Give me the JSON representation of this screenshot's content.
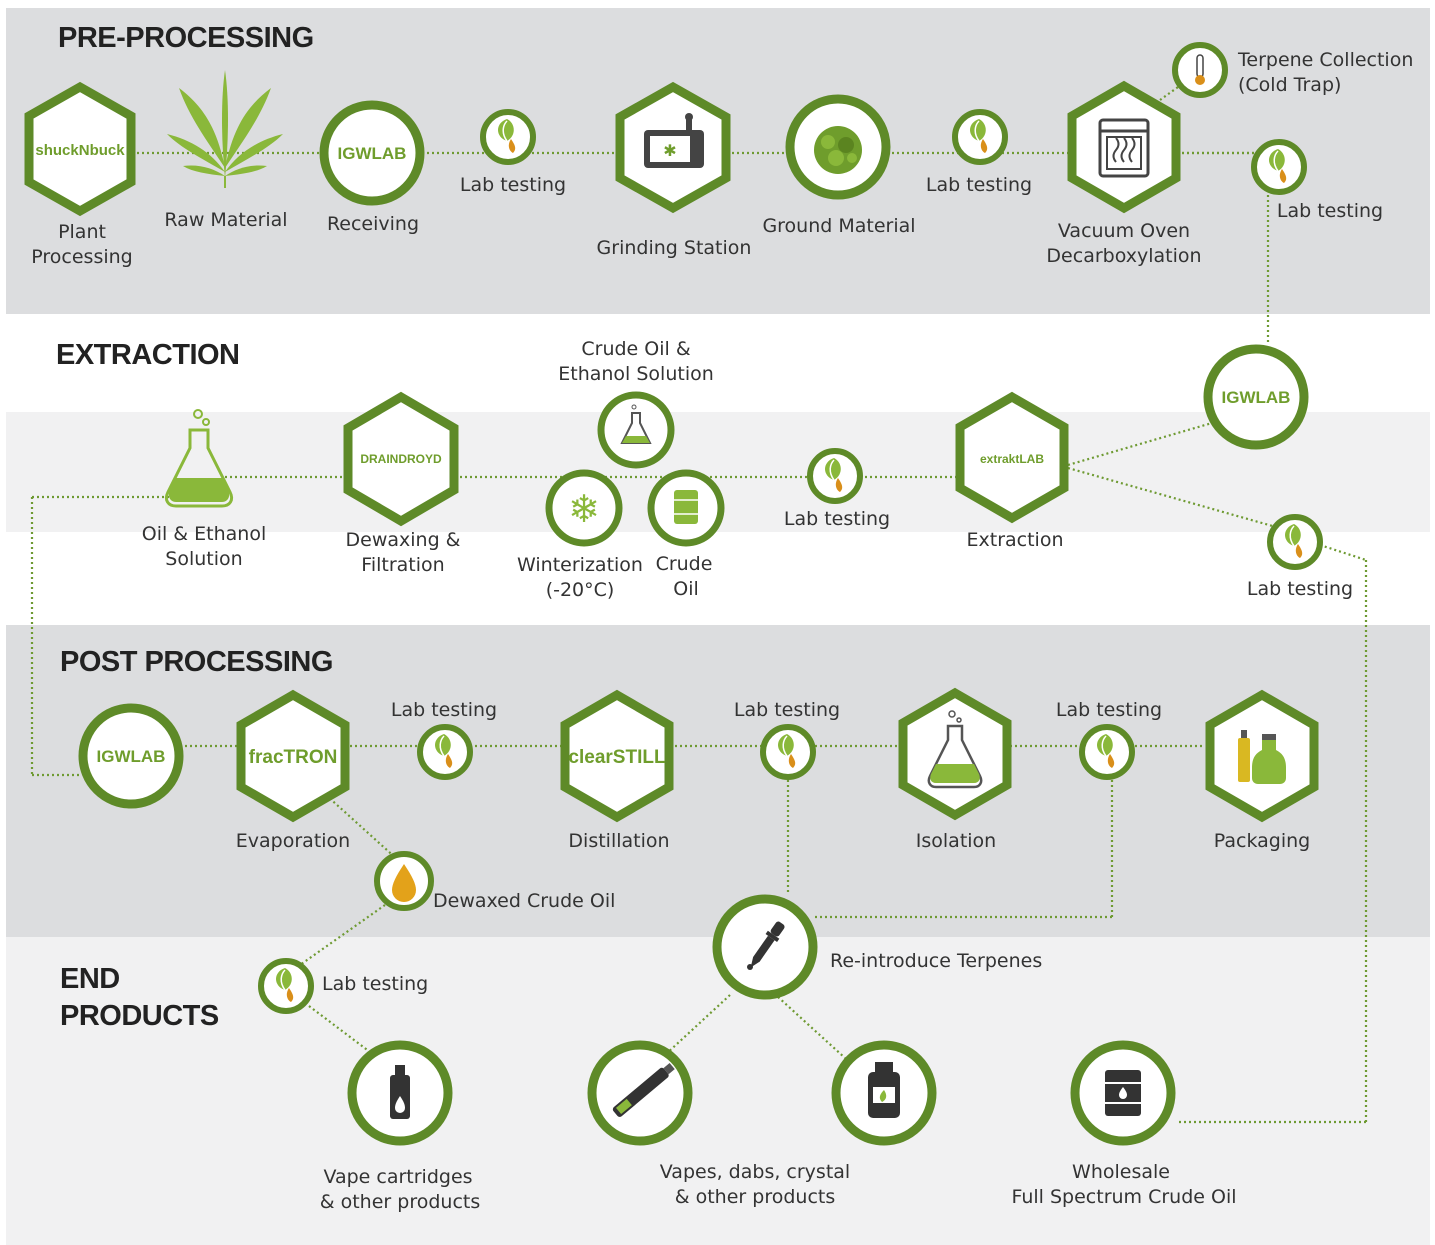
{
  "sections": {
    "pre_processing": "PRE-PROCESSING",
    "extraction": "EXTRACTION",
    "post_processing": "POST PROCESSING",
    "end_products_line1": "END",
    "end_products_line2": "PRODUCTS"
  },
  "logos": {
    "shucknbuck": "shuckNbuck",
    "igwlab": "IGWLAB",
    "extraktlab": "extraktLAB",
    "draindroyd": "DRAINDROYD",
    "fractron": "fracTRON",
    "clearstill": "clearSTILL"
  },
  "nodes": {
    "plant_processing": [
      "Plant",
      "Processing"
    ],
    "raw_material": "Raw Material",
    "receiving": "Receiving",
    "lab_testing": "Lab testing",
    "grinding_station": "Grinding Station",
    "ground_material": "Ground Material",
    "vacuum_oven": [
      "Vacuum Oven",
      "Decarboxylation"
    ],
    "terpene_collection": [
      "Terpene Collection",
      "(Cold Trap)"
    ],
    "crude_oil_ethanol": [
      "Crude Oil &",
      "Ethanol Solution"
    ],
    "oil_ethanol": [
      "Oil & Ethanol",
      "Solution"
    ],
    "dewaxing": [
      "Dewaxing &",
      "Filtration"
    ],
    "winterization": [
      "Winterization",
      "(-20°C)"
    ],
    "crude_oil": [
      "Crude",
      "Oil"
    ],
    "extraction": "Extraction",
    "evaporation": "Evaporation",
    "distillation": "Distillation",
    "isolation": "Isolation",
    "packaging": "Packaging",
    "dewaxed_crude_oil": "Dewaxed Crude Oil",
    "reintroduce_terpenes": "Re-introduce Terpenes",
    "vape_cartridges": [
      "Vape cartridges",
      "& other products"
    ],
    "vapes_dabs": [
      "Vapes, dabs, crystal",
      "& other products"
    ],
    "wholesale": [
      "Wholesale",
      "Full Spectrum Crude Oil"
    ]
  },
  "colors": {
    "ring": "#5e8a28",
    "accent": "#8ab83a",
    "band_dark": "#dcdddf",
    "band_light": "#f1f1f2"
  }
}
